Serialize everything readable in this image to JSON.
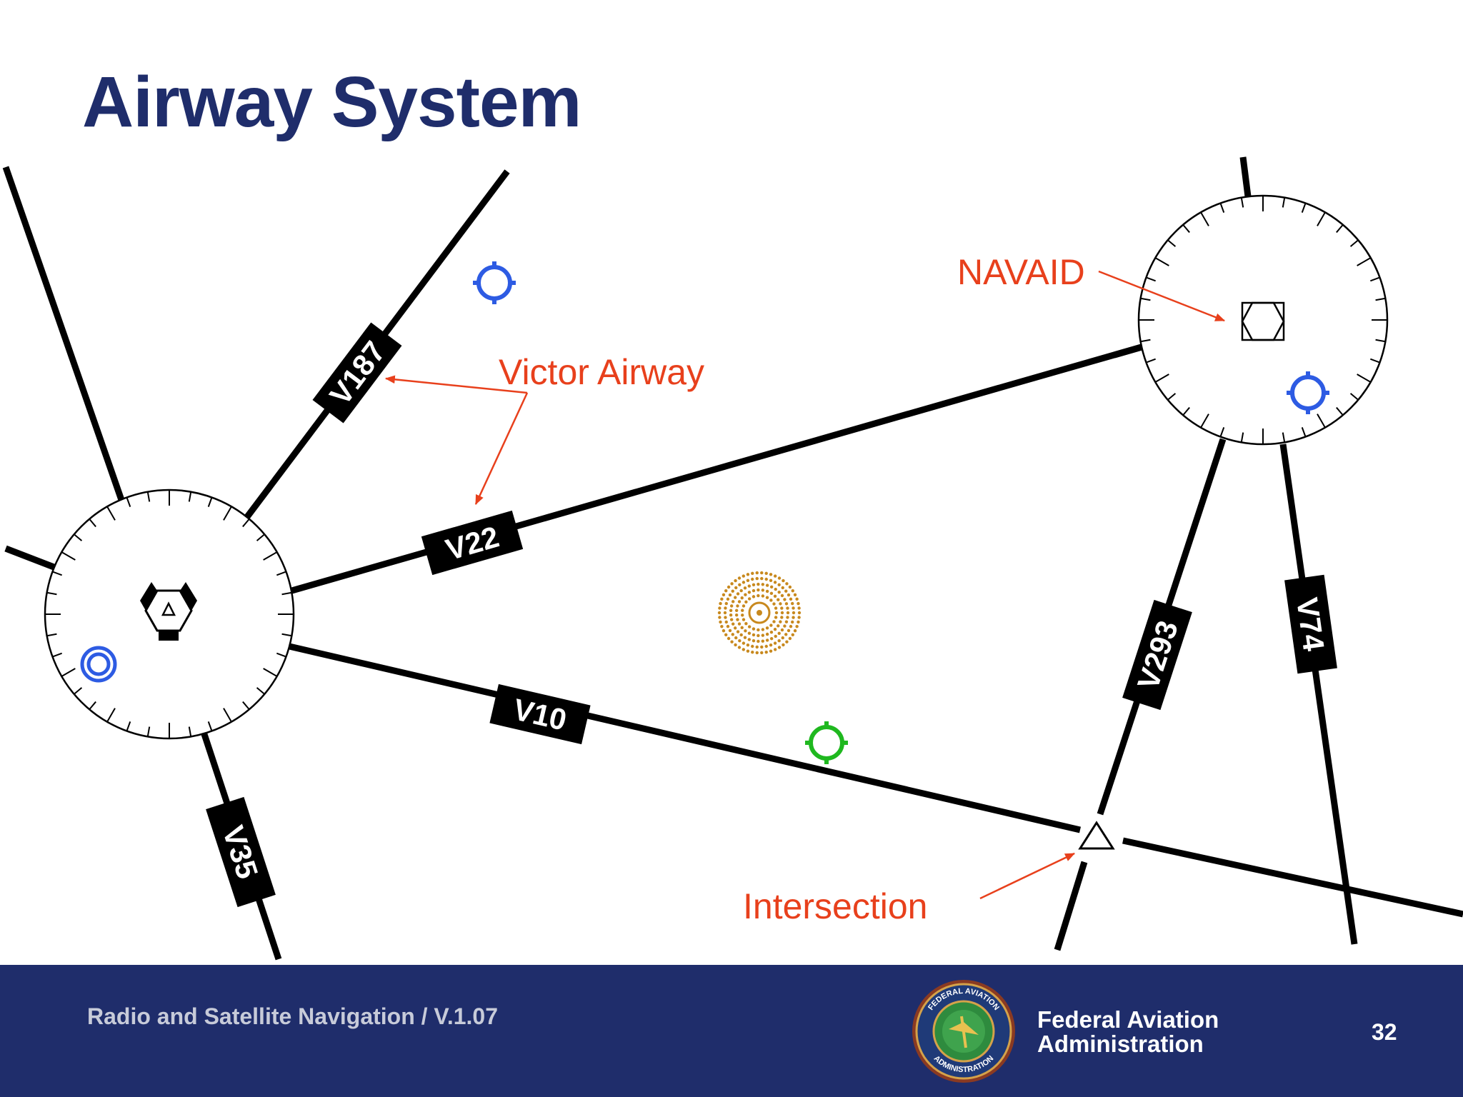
{
  "slide": {
    "title": "Airway System"
  },
  "diagram": {
    "callouts": {
      "victor_airway": "Victor Airway",
      "navaid": "NAVAID",
      "intersection": "Intersection"
    },
    "airways": {
      "v187": "V187",
      "v22": "V22",
      "v10": "V10",
      "v35": "V35",
      "v293": "V293",
      "v74": "V74"
    },
    "colors": {
      "route_line": "#000000",
      "callout": "#e8401c",
      "waypoint_blue": "#2d5be3",
      "waypoint_green": "#1fb81f",
      "dotted_symbol": "#c8891e"
    }
  },
  "footer": {
    "course": "Radio and Satellite Navigation / V.1.07",
    "agency_line1": "Federal Aviation",
    "agency_line2": "Administration",
    "page_number": "32",
    "seal_text_top": "FEDERAL AVIATION",
    "seal_text_bottom": "ADMINISTRATION"
  }
}
